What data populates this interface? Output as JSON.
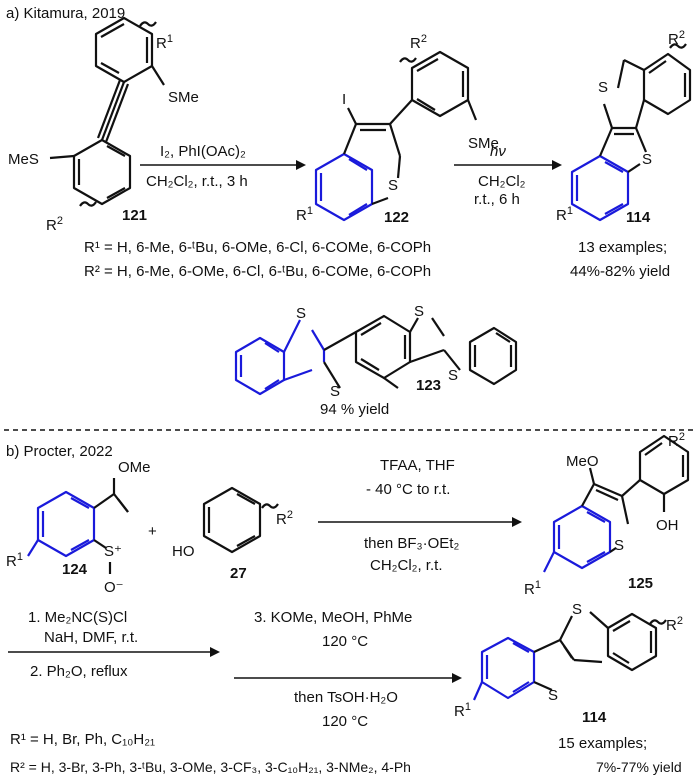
{
  "panel_a": {
    "header": "a) Kitamura, 2019",
    "cmpd_121": "121",
    "cmpd_122": "122",
    "cmpd_114": "114",
    "cmpd_123": "123",
    "sme": "SMe",
    "mes": "MeS",
    "iodo": "I",
    "s": "S",
    "r1": "R",
    "r1_sup": "1",
    "r2": "R",
    "r2_sup": "2",
    "step1_top": "I₂, PhI(OAc)₂",
    "step1_bottom": "CH₂Cl₂, r.t., 3 h",
    "step2_top": "hν",
    "step2_mid": "CH₂Cl₂",
    "step2_bottom": "r.t., 6 h",
    "r1_list": "R¹ = H, 6-Me, 6-ᵗBu, 6-OMe, 6-Cl, 6-COMe, 6-COPh",
    "r2_list": "R² = H, 6-Me, 6-OMe, 6-Cl, 6-ᵗBu, 6-COMe, 6-COPh",
    "examples": "13 examples;",
    "yield_range": "44%-82% yield",
    "yield_123": "94 % yield"
  },
  "panel_b": {
    "header": "b) Procter, 2022",
    "cmpd_124": "124",
    "cmpd_27": "27",
    "cmpd_125": "125",
    "cmpd_114": "114",
    "ome": "OMe",
    "meo": "MeO",
    "ho": "HO",
    "oh": "OH",
    "splus": "S⁺",
    "ominus": "O⁻",
    "plus": "+",
    "s": "S",
    "r1": "R",
    "r1_sup": "1",
    "r2": "R",
    "r2_sup": "2",
    "step1_a": "TFAA, THF",
    "step1_b": "- 40 °C to r.t.",
    "step1_c": "then BF₃·OEt₂",
    "step1_d": "CH₂Cl₂, r.t.",
    "step2_a": "1. Me₂NC(S)Cl",
    "step2_b": "NaH, DMF, r.t.",
    "step2_c": "2. Ph₂O, reflux",
    "step3_a": "3. KOMe, MeOH, PhMe",
    "step3_b": "120 °C",
    "step3_c": "then TsOH·H₂O",
    "step3_d": "120 °C",
    "r1_list": "R¹ = H, Br, Ph, C₁₀H₂₁",
    "r2_list": "R² = H, 3-Br, 3-Ph, 3-ᵗBu, 3-OMe, 3-CF₃, 3-C₁₀H₂₁, 3-NMe₂, 4-Ph",
    "examples": "15 examples;",
    "yield_range": "7%-77% yield"
  }
}
